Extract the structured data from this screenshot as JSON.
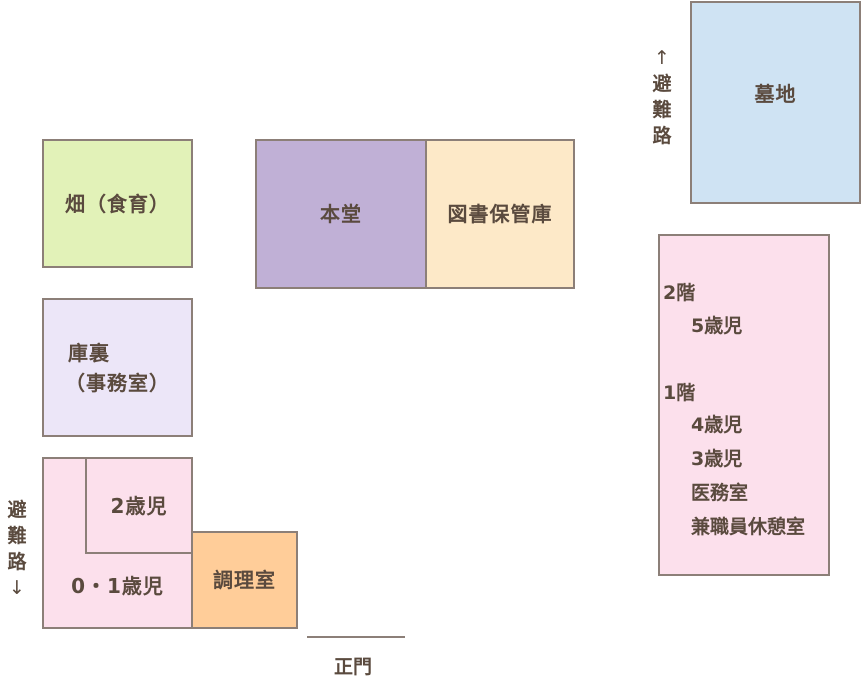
{
  "rooms": {
    "field": "畑（食育）",
    "main_hall": "本堂",
    "library": "図書保管庫",
    "kuri_line1": "庫裏",
    "kuri_line2": "（事務室）",
    "age2": "2歳児",
    "age01": "0・1歳児",
    "kitchen": "調理室",
    "cemetery": "墓地",
    "building": {
      "floor2": "2階",
      "age5": "5歳児",
      "floor1": "1階",
      "age4": "4歳児",
      "age3": "3歳児",
      "medical": "医務室",
      "staff": "兼職員休憩室"
    }
  },
  "evacuation_top": {
    "arrow": "↑",
    "chars": [
      "避",
      "難",
      "路"
    ]
  },
  "evacuation_left": {
    "chars": [
      "避",
      "難",
      "路"
    ],
    "arrow": "↓"
  },
  "main_gate": "正門",
  "colors": {
    "field": "#e2f2b8",
    "main_hall": "#c0b0d6",
    "library": "#fde9c8",
    "kuri": "#ece6f8",
    "nursery": "#fce0ec",
    "kitchen": "#ffcd99",
    "cemetery": "#cfe3f3",
    "building": "#fce0ec",
    "border": "#8c7f78",
    "text": "#5a4a3e"
  }
}
